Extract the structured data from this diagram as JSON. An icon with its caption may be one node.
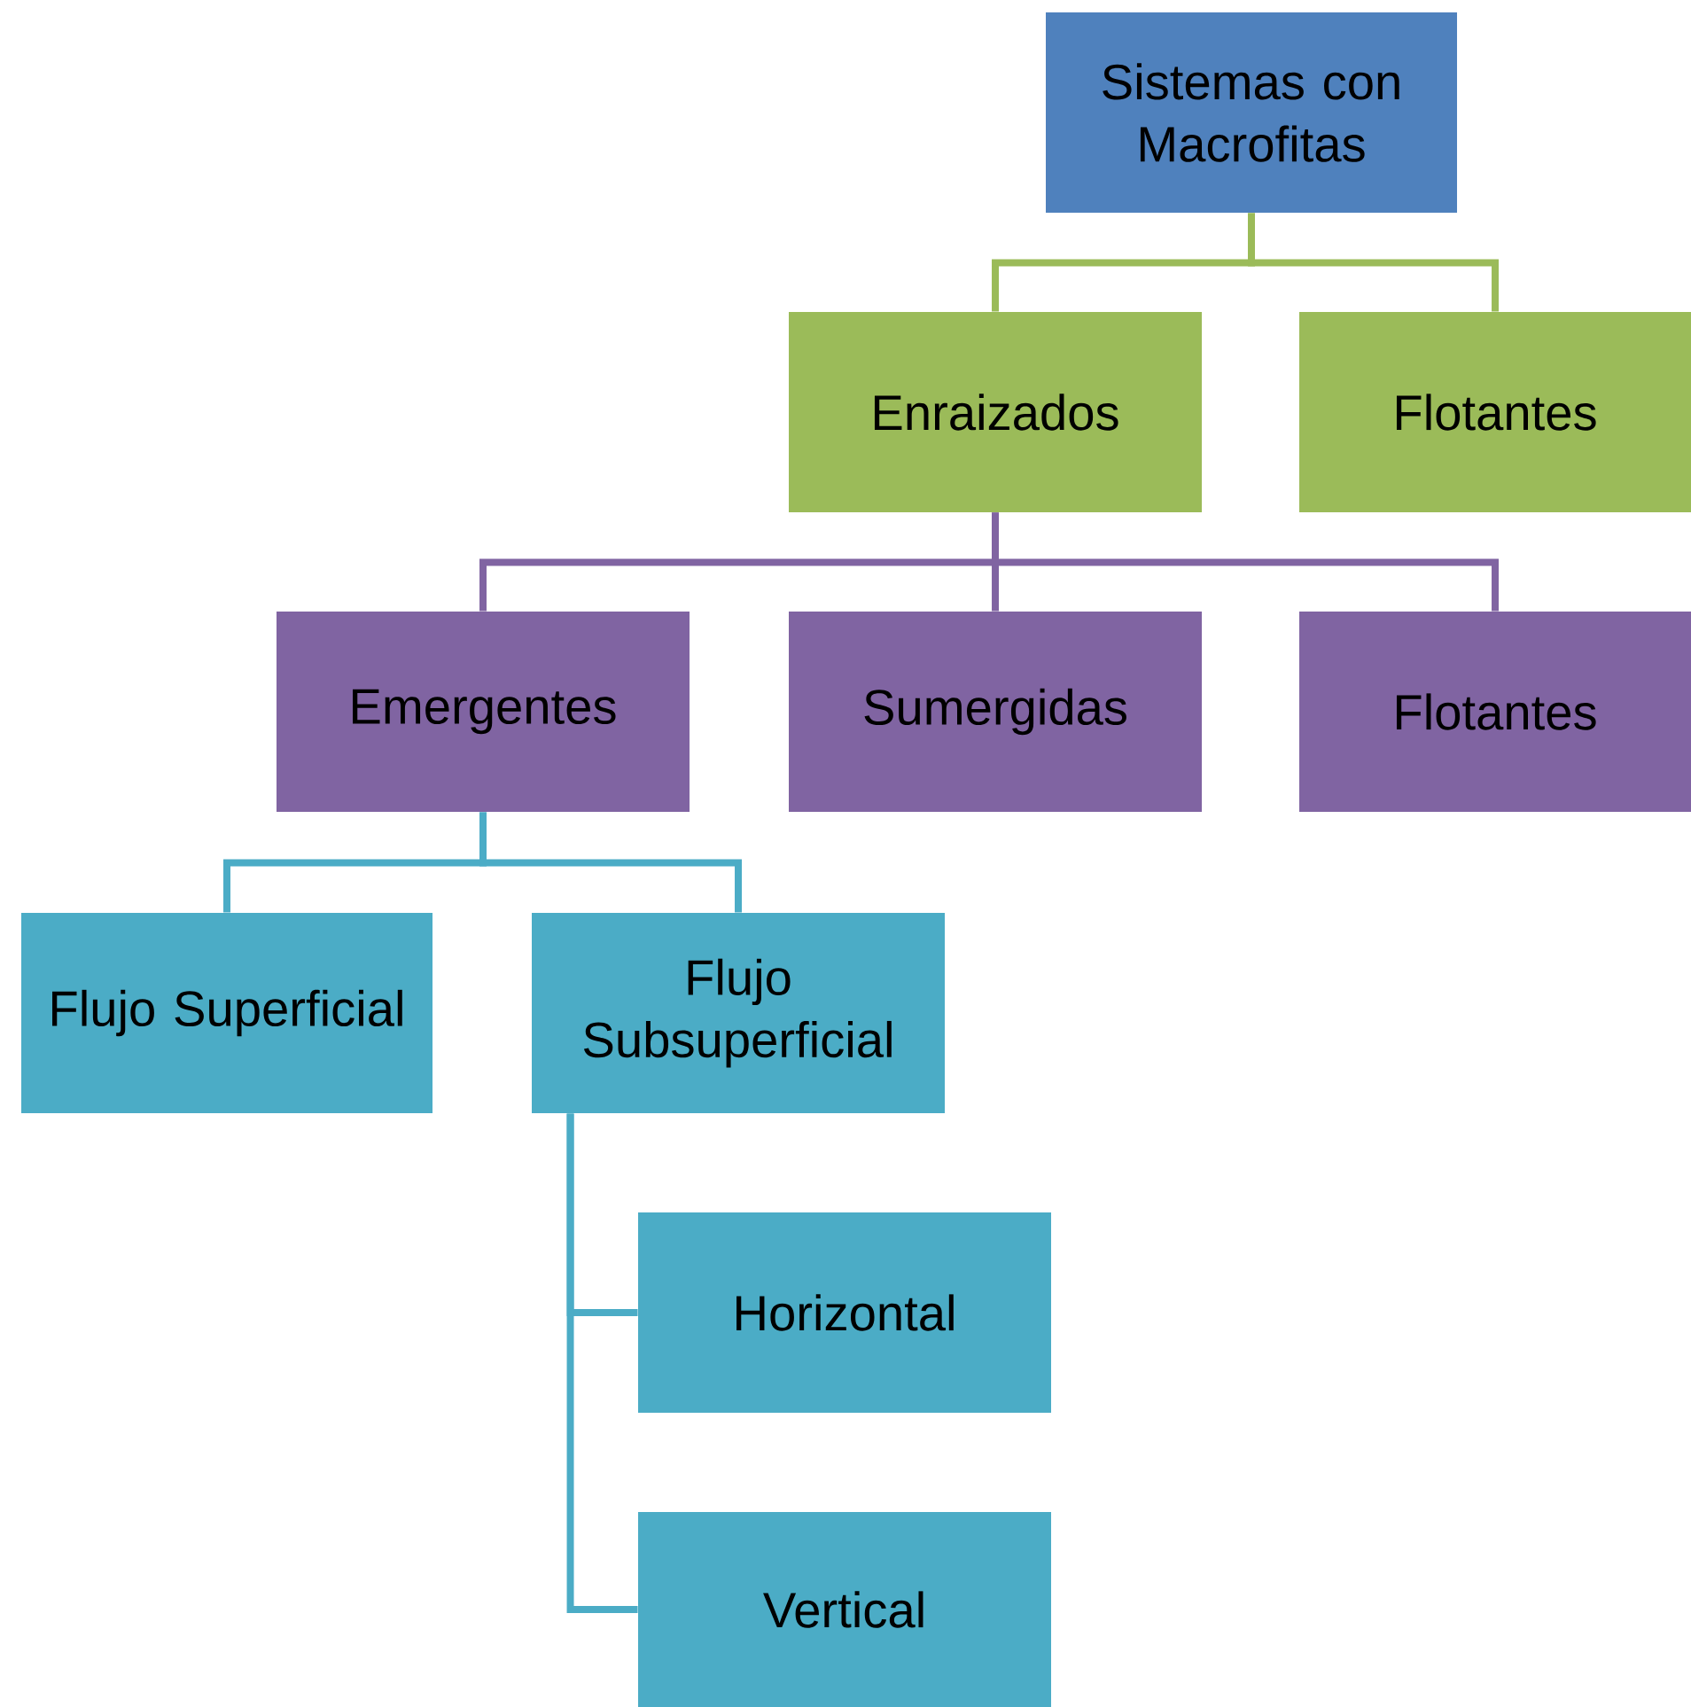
{
  "diagram": {
    "nodes": [
      {
        "text": [
          "Sistemas con Macrofitas"
        ]
      },
      {
        "text": [
          "Enraizados"
        ]
      },
      {
        "text": [
          "Flotantes"
        ]
      },
      {
        "text": [
          "Emergentes"
        ]
      },
      {
        "text": [
          "Sumergidas"
        ]
      },
      {
        "text": [
          "Flotantes"
        ]
      },
      {
        "text": [
          "Flujo Superficial"
        ]
      },
      {
        "text": [
          "Flujo Subsuperficial"
        ]
      },
      {
        "text": [
          "Horizontal"
        ]
      },
      {
        "text": [
          "Vertical"
        ]
      }
    ],
    "edges": [
      {
        "from": 0,
        "to": 1,
        "arrow": "none",
        "color": "#9bbb59"
      },
      {
        "from": 0,
        "to": 2,
        "arrow": "none",
        "color": "#9bbb59"
      },
      {
        "from": 1,
        "to": 3,
        "arrow": "none",
        "color": "#8064a2"
      },
      {
        "from": 1,
        "to": 4,
        "arrow": "none",
        "color": "#8064a2"
      },
      {
        "from": 1,
        "to": 5,
        "arrow": "none",
        "color": "#8064a2"
      },
      {
        "from": 3,
        "to": 6,
        "arrow": "none"
      },
      {
        "from": 3,
        "to": 7,
        "arrow": "none"
      },
      {
        "from": 7,
        "to": 8,
        "arrow": "none"
      },
      {
        "from": 7,
        "to": 9,
        "arrow": "none"
      }
    ]
  }
}
